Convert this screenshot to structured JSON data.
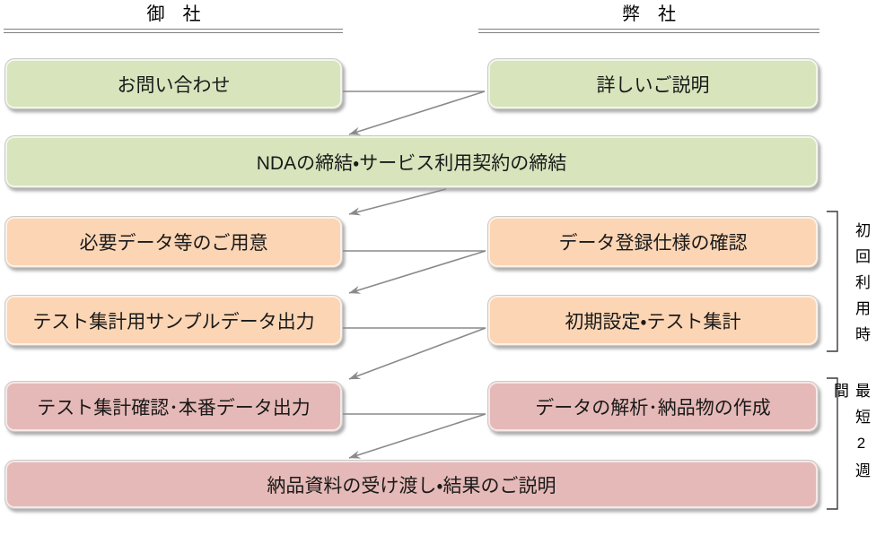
{
  "columns": {
    "left_title": "御　社",
    "right_title": "弊　社"
  },
  "boxes": {
    "inquiry": "お問い合わせ",
    "detailed_explanation": "詳しいご説明",
    "nda_contract": "NDAの締結・サービス利用契約の締結",
    "prepare_required_data": "必要データ等のご用意",
    "data_registration_spec_check": "データ登録仕様の確認",
    "test_sample_data_output": "テスト集計用サンプルデータ出力",
    "initial_setup_test_tabulation": "初期設定・テスト集計",
    "test_confirm_production_output": "テスト集計確認･本番データ出力",
    "data_analysis_deliverable_creation": "データの解析･納品物の作成",
    "delivery_and_result_explanation": "納品資料の受け渡し・結果のご説明"
  },
  "side_labels": {
    "first_use": "初回利用時",
    "min_two_weeks": "最短2週間"
  },
  "colors": {
    "stage_green": "#d7e4bc",
    "stage_orange": "#fcd5b4",
    "stage_pink": "#e5b9b7",
    "arrow_gray": "#8a8a8a",
    "rule_gray": "#7f7f7f"
  }
}
